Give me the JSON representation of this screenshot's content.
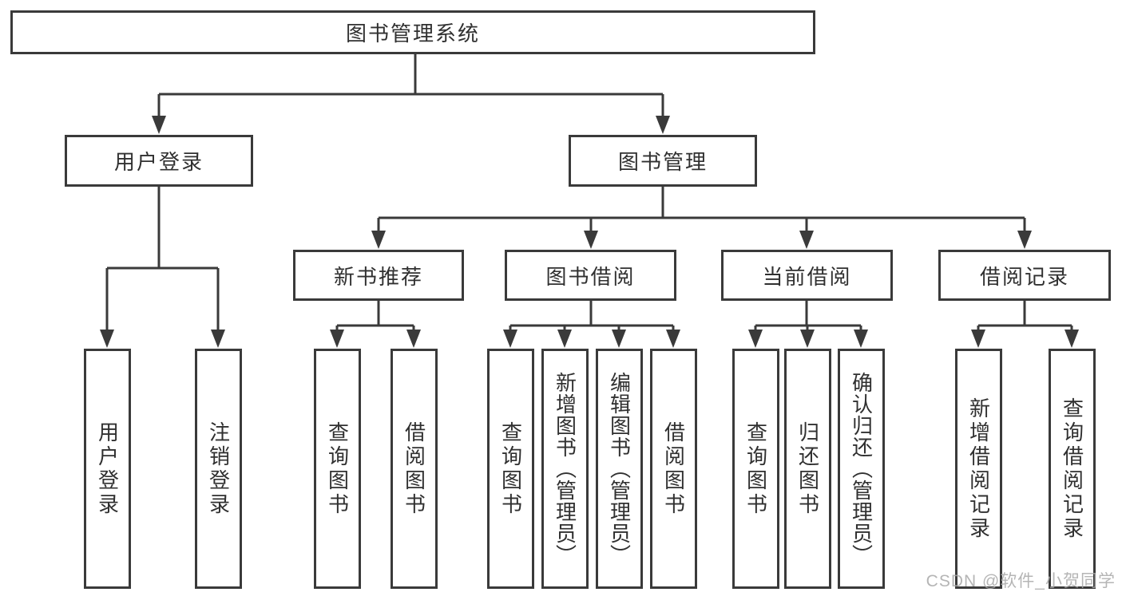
{
  "tree": {
    "root": {
      "label": "图书管理系统"
    },
    "branches": [
      {
        "label": "用户登录",
        "children": [
          {
            "label": "用户登录"
          },
          {
            "label": "注销登录"
          }
        ]
      },
      {
        "label": "图书管理",
        "children": [
          {
            "label": "新书推荐",
            "children": [
              {
                "label": "查询图书"
              },
              {
                "label": "借阅图书"
              }
            ]
          },
          {
            "label": "图书借阅",
            "children": [
              {
                "label": "查询图书"
              },
              {
                "label": "新增图书（管理员）"
              },
              {
                "label": "编辑图书（管理员）"
              },
              {
                "label": "借阅图书"
              }
            ]
          },
          {
            "label": "当前借阅",
            "children": [
              {
                "label": "查询图书"
              },
              {
                "label": "归还图书"
              },
              {
                "label": "确认归还（管理员）"
              }
            ]
          },
          {
            "label": "借阅记录",
            "children": [
              {
                "label": "新增借阅记录"
              },
              {
                "label": "查询借阅记录"
              }
            ]
          }
        ]
      }
    ]
  },
  "watermark": {
    "text": "CSDN @软件_小贺同学"
  },
  "colors": {
    "line": "#3a3a3a",
    "text": "#303030",
    "box_background": "#ffffff",
    "watermark": "#a8a8a8",
    "page_background": "#ffffff"
  }
}
